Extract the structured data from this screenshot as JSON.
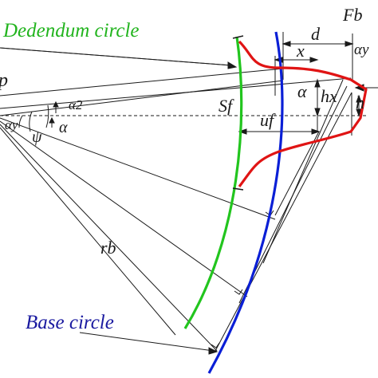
{
  "callouts": {
    "dedendum": "Dedendum circle",
    "base": "Base circle"
  },
  "symbols": {
    "p": "p",
    "alpha2": "α2",
    "alpha_y_left": "αy",
    "psi": "ψ",
    "alpha_left": "α",
    "S_f": "Sf",
    "u_f": "uf",
    "r_b": "rb",
    "d": "d",
    "x": "x",
    "F_b": "Fb",
    "alpha_y_right": "αy",
    "alpha_mid": "α",
    "h_x": "hx",
    "h": "h"
  },
  "colors": {
    "dedendum_circle": "#22c51e",
    "base_circle": "#0a1fd6",
    "tooth_profile": "#e01414",
    "dedendum_text": "#22b41e",
    "base_text": "#1a1aa0",
    "lines": "#1a1a1a"
  }
}
